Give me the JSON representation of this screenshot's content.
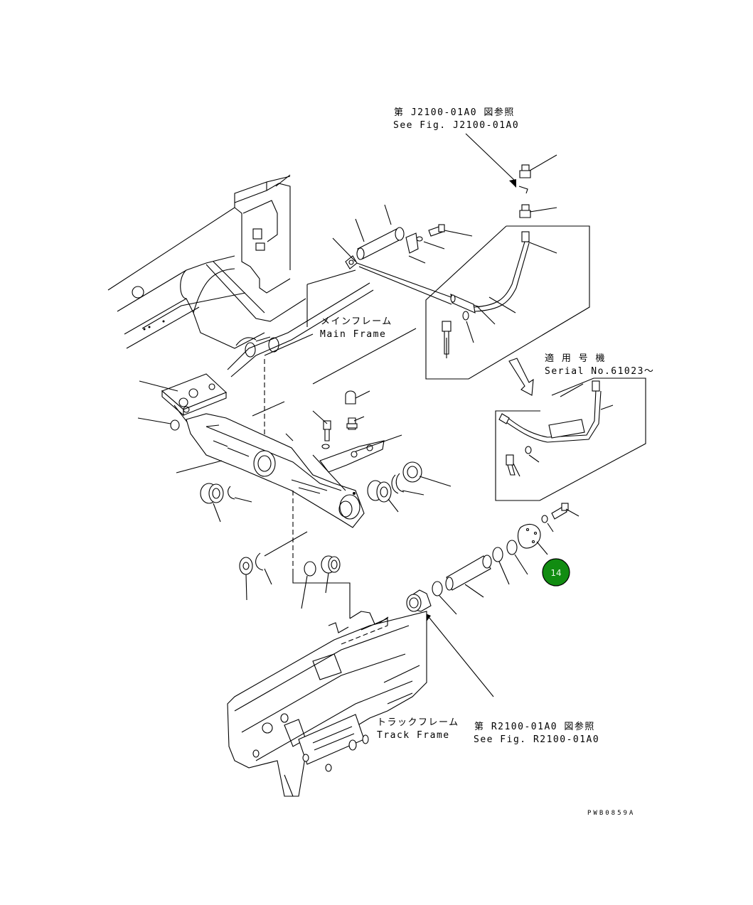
{
  "diagram": {
    "references": [
      {
        "jp": "第 J2100-01A0 図参照",
        "en": "See Fig. J2100-01A0"
      },
      {
        "jp": "第 R2100-01A0 図参照",
        "en": "See Fig. R2100-01A0"
      }
    ],
    "labels": {
      "main_frame": {
        "jp": "メインフレーム",
        "en": "Main Frame"
      },
      "track_frame": {
        "jp": "トラックフレーム",
        "en": "Track Frame"
      },
      "serial": {
        "jp": "適 用 号 機",
        "en": "Serial No.61023～"
      }
    },
    "callouts": [
      {
        "number": "14",
        "color": "#118c11",
        "text_color": "#e8f5e8"
      }
    ],
    "drawing_code": "PWB0859A"
  }
}
